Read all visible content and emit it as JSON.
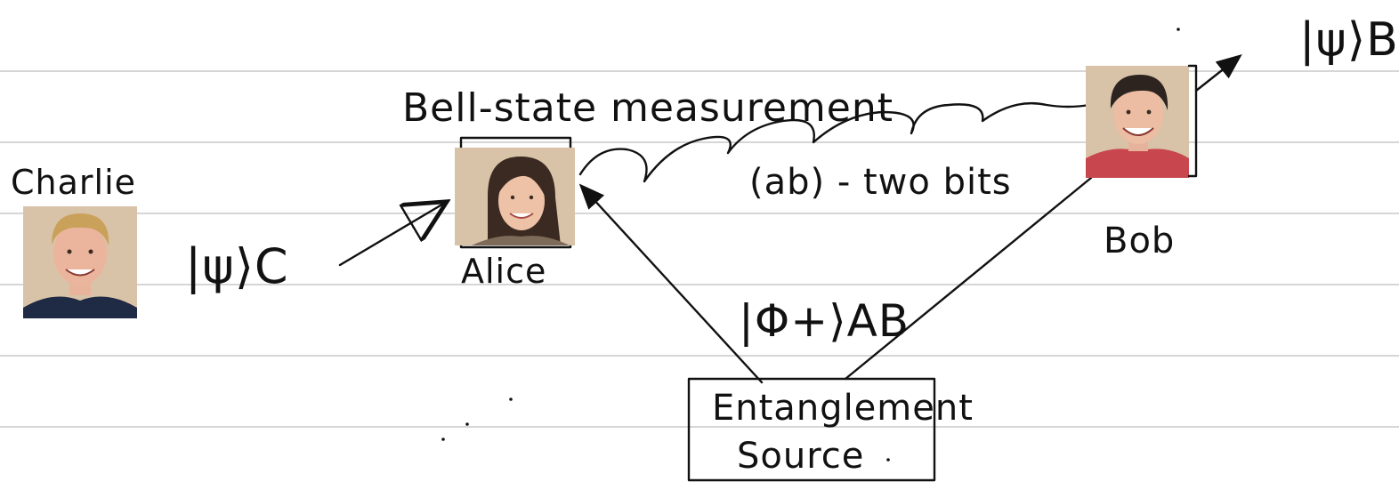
{
  "labels": {
    "charlie": "Charlie",
    "alice": "Alice",
    "bob": "Bob",
    "bell_measurement": "Bell-state measurement",
    "classical_bits": "(ab) - two bits",
    "psi_c": "|ψ⟩C",
    "psi_b": "|ψ⟩B",
    "phi_ab": "|Φ+⟩AB",
    "source_line1": "Entanglement",
    "source_line2": "Source"
  },
  "colors": {
    "ink": "#111111",
    "rule_lines": "#d6d6d6",
    "photo_background": "#d9c3a8",
    "charlie_shirt": "#1f2a44",
    "bob_shirt": "#c8474f",
    "alice_hair": "#3b2a22"
  },
  "portraits": {
    "charlie": "charlie-portrait",
    "alice": "alice-portrait",
    "bob": "bob-portrait"
  }
}
